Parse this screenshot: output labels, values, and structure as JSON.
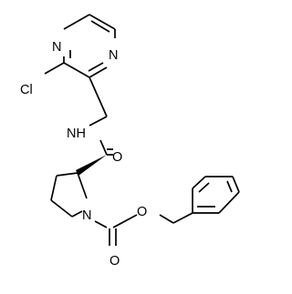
{
  "molecule": {
    "atoms": {
      "n_pyrazine_top": "N",
      "n_pyrazine_right": "N",
      "cl": "Cl",
      "nh_amide": "NH",
      "o_amide": "O",
      "n_pyrrolidine": "N",
      "o_ester": "O",
      "o_carbonyl": "O"
    }
  }
}
